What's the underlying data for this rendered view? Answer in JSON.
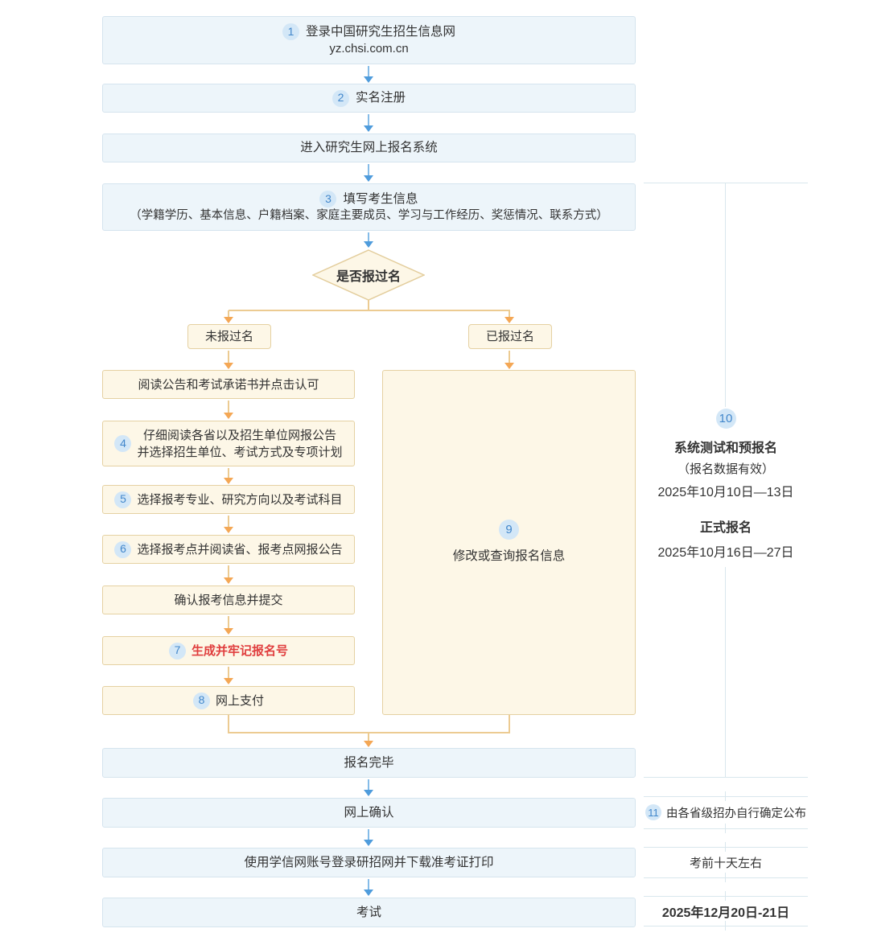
{
  "colors": {
    "blue_box_bg": "#edf5fa",
    "blue_box_border": "#d5e4ee",
    "cream_box_bg": "#fdf7e7",
    "cream_box_border": "#e5d1a2",
    "blue_arrow": "#4f9cdc",
    "orange_arrow": "#f4a755",
    "tan_line": "#eccb92",
    "badge_bg": "#d3e7f7",
    "badge_text": "#4287cb",
    "text": "#333333",
    "highlight_red": "#e03e3e",
    "annotation_line": "#d9e7ed"
  },
  "flow": {
    "top": [
      {
        "num": "1",
        "label": "登录中国研究生招生信息网",
        "sub": "yz.chsi.com.cn"
      },
      {
        "num": "2",
        "label": "实名注册"
      },
      {
        "label": "进入研究生网上报名系统"
      },
      {
        "num": "3",
        "label": "填写考生信息",
        "sub": "（学籍学历、基本信息、户籍档案、家庭主要成员、学习与工作经历、奖惩情况、联系方式）"
      }
    ],
    "decision": "是否报过名",
    "branches": {
      "left": "未报过名",
      "right": "已报过名"
    },
    "left_steps": [
      {
        "label": "阅读公告和考试承诺书并点击认可"
      },
      {
        "num": "4",
        "line1": "仔细阅读各省以及招生单位网报公告",
        "line2": "并选择招生单位、考试方式及专项计划"
      },
      {
        "num": "5",
        "label": "选择报考专业、研究方向以及考试科目"
      },
      {
        "num": "6",
        "label": "选择报考点并阅读省、报考点网报公告"
      },
      {
        "label": "确认报考信息并提交"
      },
      {
        "num": "7",
        "label": "生成并牢记报名号"
      },
      {
        "num": "8",
        "label": "网上支付"
      }
    ],
    "right_step": {
      "num": "9",
      "label": "修改或查询报名信息"
    },
    "bottom": [
      {
        "label": "报名完毕"
      },
      {
        "label": "网上确认"
      },
      {
        "label": "使用学信网账号登录研招网并下载准考证打印"
      },
      {
        "label": "考试"
      }
    ]
  },
  "annotations": {
    "reg_period": {
      "num": "10",
      "title1": "系统测试和预报名",
      "note1": "（报名数据有效）",
      "date1": "2025年10月10日—13日",
      "title2": "正式报名",
      "date2": "2025年10月16日—27日"
    },
    "confirm": {
      "num": "11",
      "label": "由各省级招办自行确定公布"
    },
    "ticket": {
      "label": "考前十天左右"
    },
    "exam": {
      "label": "2025年12月20日-21日"
    }
  }
}
